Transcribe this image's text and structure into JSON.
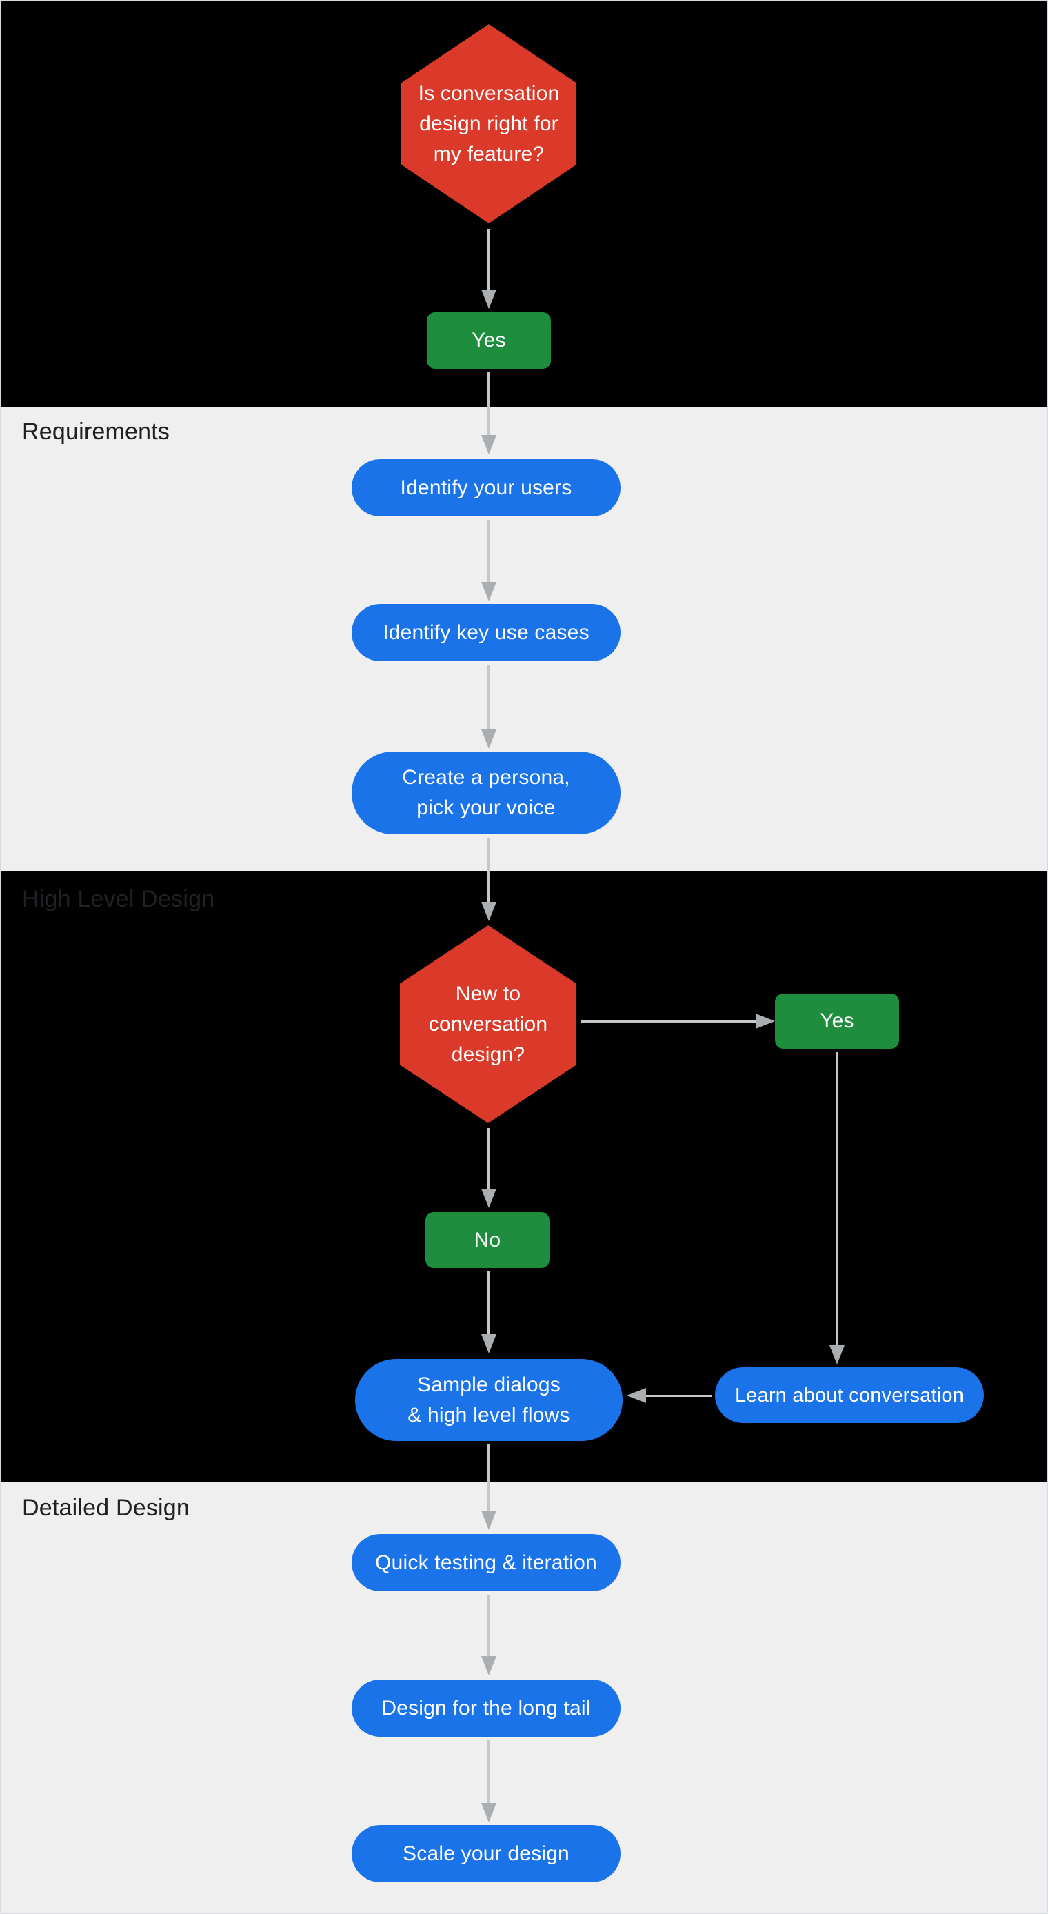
{
  "sections": {
    "intro": {
      "label": ""
    },
    "requirements": {
      "label": "Requirements"
    },
    "high_level_design": {
      "label": "High Level Design"
    },
    "detailed_design": {
      "label": "Detailed Design"
    }
  },
  "nodes": {
    "q_is_conversation_design_right": {
      "type": "decision",
      "label": "Is conversation\ndesign right for\nmy feature?"
    },
    "yes_top": {
      "type": "answer",
      "label": "Yes"
    },
    "identify_users": {
      "type": "process",
      "label": "Identify your users"
    },
    "identify_key_use_cases": {
      "type": "process",
      "label": "Identify key use cases"
    },
    "create_persona": {
      "type": "process",
      "label": "Create a persona,\npick your voice"
    },
    "q_new_to_conversation_design": {
      "type": "decision",
      "label": "New to\nconversation\ndesign?"
    },
    "yes_branch": {
      "type": "answer",
      "label": "Yes"
    },
    "no_branch": {
      "type": "answer",
      "label": "No"
    },
    "sample_dialogs": {
      "type": "process",
      "label": "Sample dialogs\n& high level flows"
    },
    "learn_about_conversation": {
      "type": "process",
      "label": "Learn about conversation"
    },
    "quick_testing": {
      "type": "process",
      "label": "Quick testing & iteration"
    },
    "design_long_tail": {
      "type": "process",
      "label": "Design for the long tail"
    },
    "scale_your_design": {
      "type": "process",
      "label": "Scale your design"
    }
  },
  "colors": {
    "decision_red": "#DB3A2B",
    "action_green": "#1E8E3E",
    "process_blue": "#1A73E8",
    "section_dark": "#000000",
    "section_light": "#EFEFEF",
    "label_text": "#202124",
    "arrow_line": "#C5C7C9",
    "arrow_head": "#ABAEB1",
    "node_text": "#FFFFFF"
  }
}
